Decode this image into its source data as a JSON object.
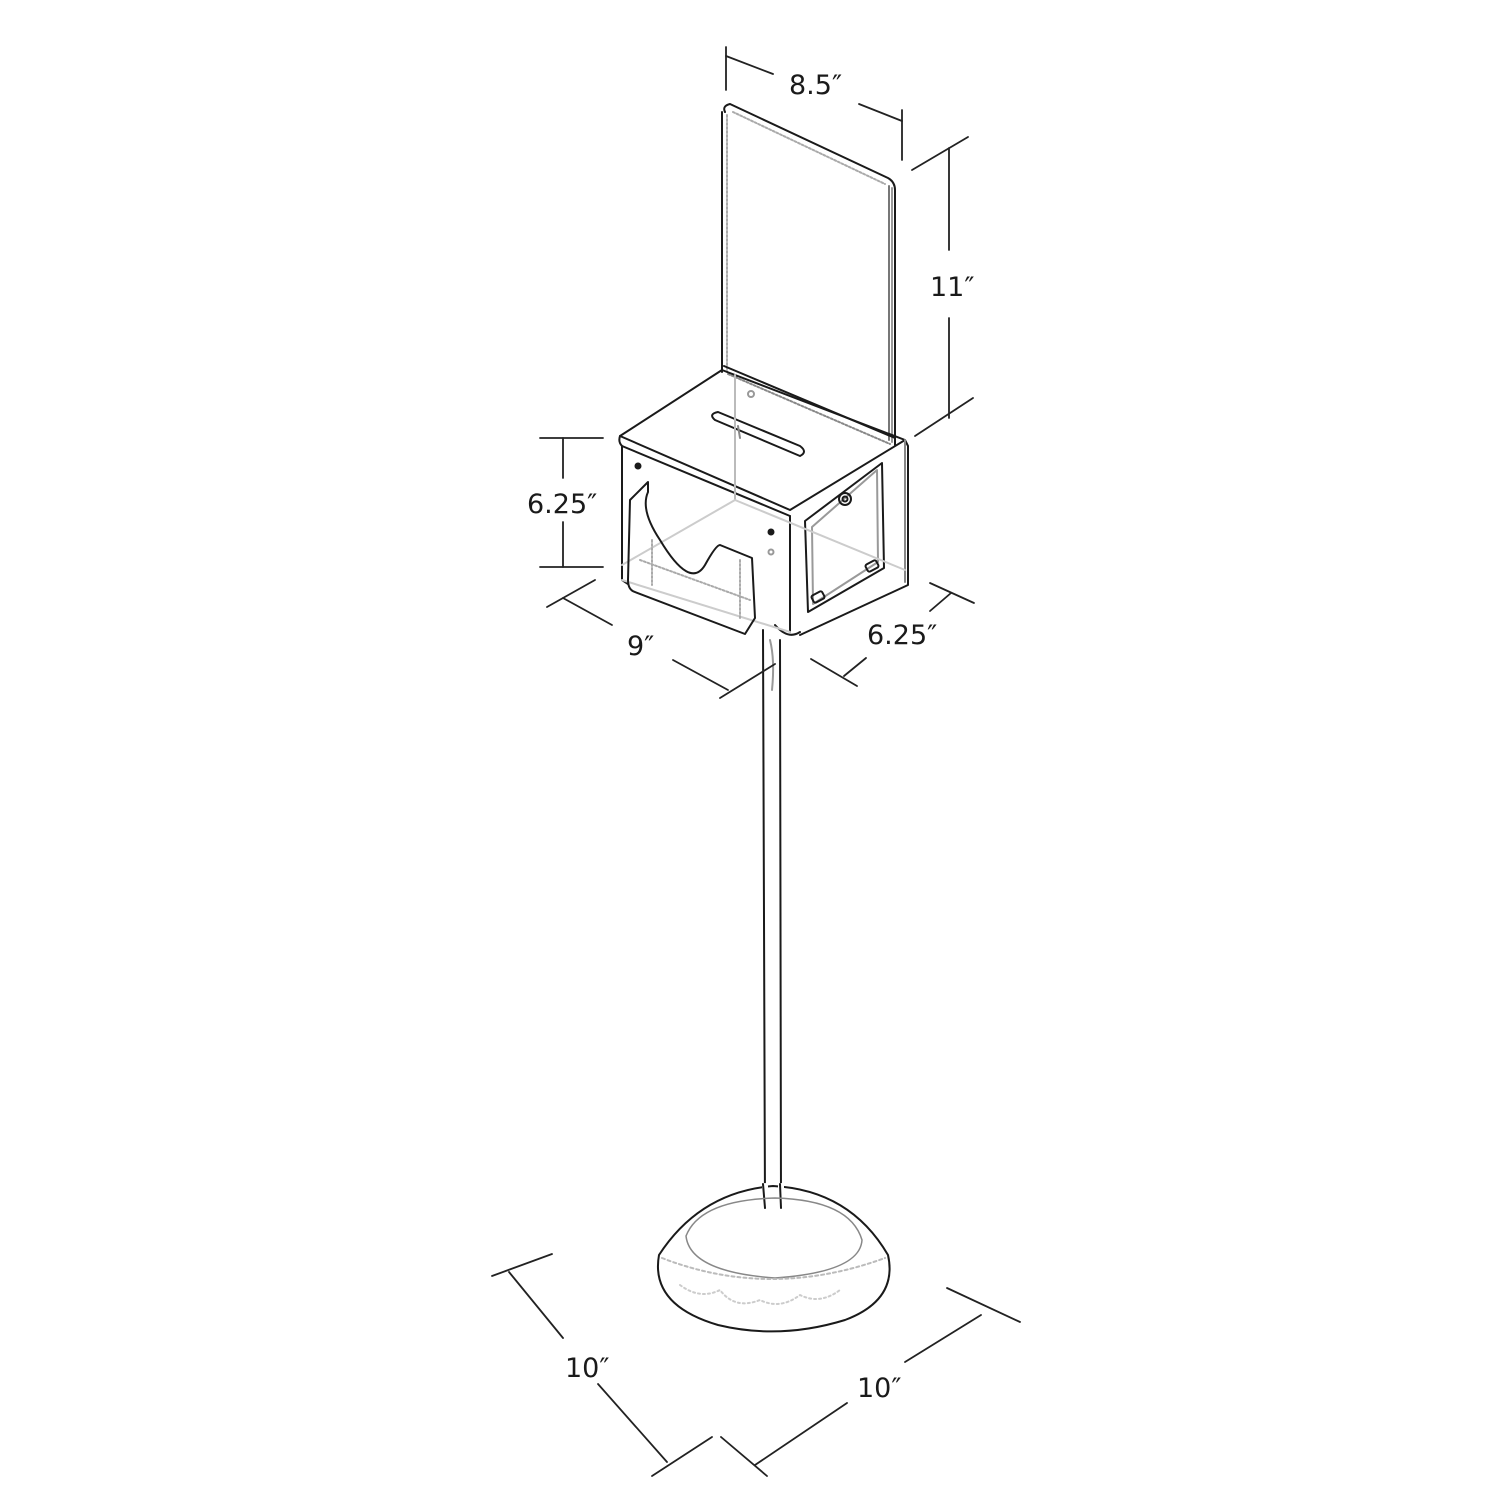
{
  "diagram": {
    "subject": "Ballot box on pedestal stand with sign holder",
    "line_color": "#1a1a1a",
    "ghost_color": "#b0b0b0",
    "dimensions": {
      "sign_width": "8.5″",
      "sign_height": "11″",
      "box_height": "6.25″",
      "box_length": "9″",
      "box_depth": "6.25″",
      "base_length": "10″",
      "base_width": "10″"
    },
    "parts": [
      "sign-holder",
      "ballot-box",
      "card-pocket",
      "lock",
      "pole",
      "threaded-connector",
      "round-base"
    ]
  }
}
